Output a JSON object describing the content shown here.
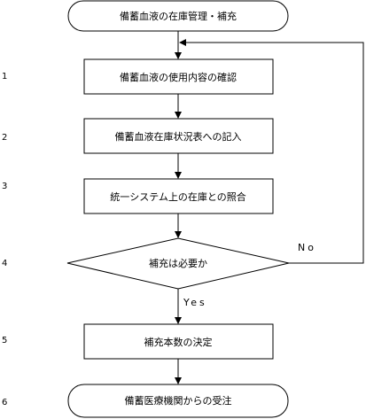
{
  "flowchart": {
    "start": "備蓄血液の在庫管理・補充",
    "steps": [
      {
        "number": "1",
        "label": "備蓄血液の使用内容の確認"
      },
      {
        "number": "2",
        "label": "備蓄血液在庫状況表への記入"
      },
      {
        "number": "3",
        "label": "統一システム上の在庫との照合"
      },
      {
        "number": "4",
        "label": "補充は必要か"
      },
      {
        "number": "5",
        "label": "補充本数の決定"
      },
      {
        "number": "6",
        "label": "備蓄医療機関からの受注"
      }
    ],
    "branch_no": "No",
    "branch_yes": "Yes"
  }
}
